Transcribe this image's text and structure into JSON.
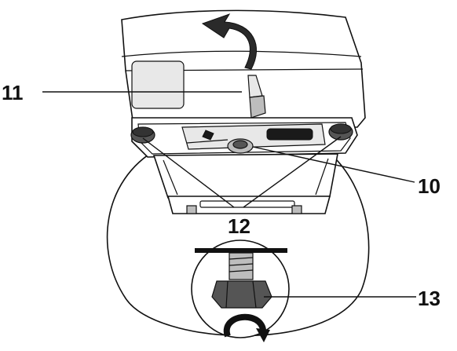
{
  "callouts": [
    {
      "id": "11",
      "text": "11"
    },
    {
      "id": "10",
      "text": "10"
    },
    {
      "id": "12",
      "text": "12"
    },
    {
      "id": "13",
      "text": "13"
    }
  ],
  "icons": {
    "lift_arrow": "curved-arrow-icon",
    "rotate": "rotate-arrow-icon"
  }
}
